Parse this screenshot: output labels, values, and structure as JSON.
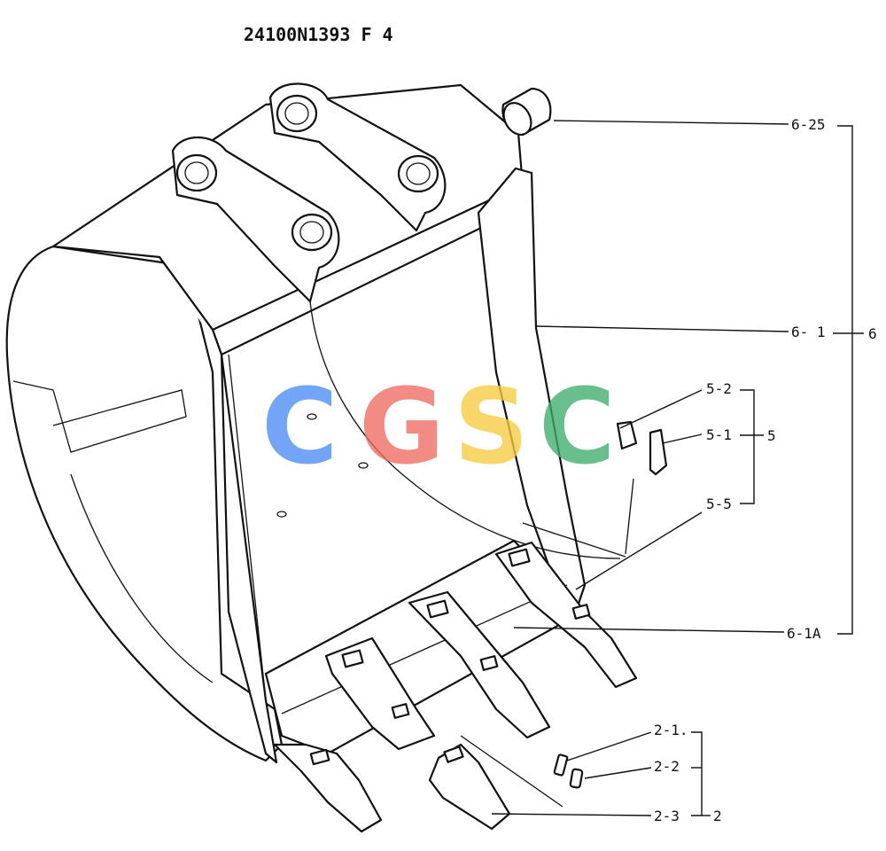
{
  "diagram": {
    "title": "24100N1393 F 4",
    "labels": {
      "l6_25": "6-25",
      "l6_1": "6- 1",
      "l6": "6",
      "l5_2": "5-2",
      "l5_1": "5-1",
      "l5": "5",
      "l5_5": "5-5",
      "l6_1A": "6-1A",
      "l2_1": "2-1.",
      "l2_2": "2-2",
      "l2_3": "2-3",
      "l2": "2"
    },
    "watermark": {
      "letters": [
        "C",
        "G",
        "S",
        "C"
      ],
      "colors": [
        "#4c8cf5",
        "#ef6b62",
        "#f7cb3f",
        "#3fae6c"
      ]
    }
  }
}
